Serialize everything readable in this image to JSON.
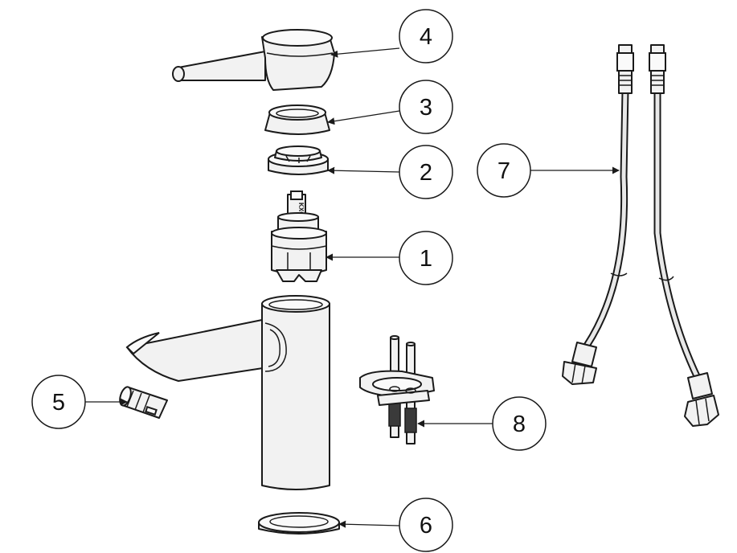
{
  "diagram": {
    "callouts": [
      {
        "id": "1",
        "label": "1"
      },
      {
        "id": "2",
        "label": "2"
      },
      {
        "id": "3",
        "label": "3"
      },
      {
        "id": "4",
        "label": "4"
      },
      {
        "id": "5",
        "label": "5"
      },
      {
        "id": "6",
        "label": "6"
      },
      {
        "id": "7",
        "label": "7"
      },
      {
        "id": "8",
        "label": "8"
      }
    ],
    "cartridge_label": "KXOX"
  }
}
